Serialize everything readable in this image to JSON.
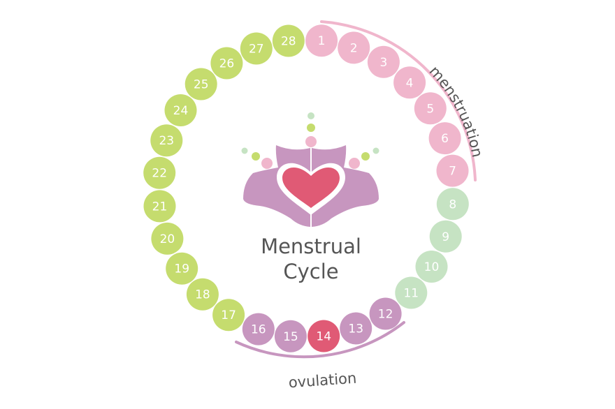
{
  "title": {
    "line1": "Menstrual",
    "line2": "Cycle"
  },
  "labels": {
    "menstruation": "menstruation",
    "ovulation": "ovulation"
  },
  "colors": {
    "menstruation": "#f0b6cc",
    "follicular": "#c6e3c3",
    "ovulation": "#c796bf",
    "ovulation_peak": "#e05a75",
    "luteal": "#c5dc6e",
    "arc_menstruation": "#f0b6cc",
    "arc_ovulation": "#c796bf",
    "heart": "#e05a75",
    "hands": "#c796bf",
    "text": "#555555"
  },
  "days": [
    {
      "n": "1",
      "phase": "menstruation"
    },
    {
      "n": "2",
      "phase": "menstruation"
    },
    {
      "n": "3",
      "phase": "menstruation"
    },
    {
      "n": "4",
      "phase": "menstruation"
    },
    {
      "n": "5",
      "phase": "menstruation"
    },
    {
      "n": "6",
      "phase": "menstruation"
    },
    {
      "n": "7",
      "phase": "menstruation"
    },
    {
      "n": "8",
      "phase": "follicular"
    },
    {
      "n": "9",
      "phase": "follicular"
    },
    {
      "n": "10",
      "phase": "follicular"
    },
    {
      "n": "11",
      "phase": "follicular"
    },
    {
      "n": "12",
      "phase": "ovulation"
    },
    {
      "n": "13",
      "phase": "ovulation"
    },
    {
      "n": "14",
      "phase": "ovulation_peak"
    },
    {
      "n": "15",
      "phase": "ovulation"
    },
    {
      "n": "16",
      "phase": "ovulation"
    },
    {
      "n": "17",
      "phase": "luteal"
    },
    {
      "n": "18",
      "phase": "luteal"
    },
    {
      "n": "19",
      "phase": "luteal"
    },
    {
      "n": "20",
      "phase": "luteal"
    },
    {
      "n": "21",
      "phase": "luteal"
    },
    {
      "n": "22",
      "phase": "luteal"
    },
    {
      "n": "23",
      "phase": "luteal"
    },
    {
      "n": "24",
      "phase": "luteal"
    },
    {
      "n": "25",
      "phase": "luteal"
    },
    {
      "n": "26",
      "phase": "luteal"
    },
    {
      "n": "27",
      "phase": "luteal"
    },
    {
      "n": "28",
      "phase": "luteal"
    }
  ]
}
